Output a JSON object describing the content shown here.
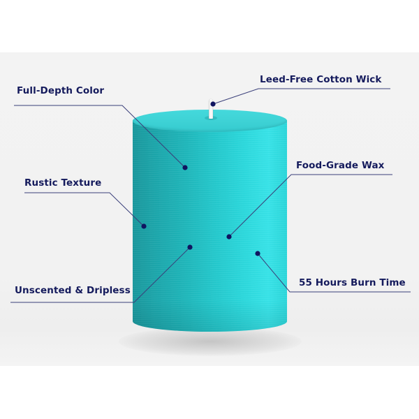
{
  "product": {
    "type": "pillar candle",
    "color_name": "turquoise",
    "colors": {
      "candle_dark": "#18979c",
      "candle_light": "#36e3e8",
      "label_text": "#141a5c",
      "leader_line": "#3a3f7a",
      "marker_dot": "#101560",
      "background_band": "#f2f2f2",
      "page_background": "#ffffff"
    }
  },
  "callouts": [
    {
      "id": "wick",
      "label": "Leed-Free Cotton Wick"
    },
    {
      "id": "color",
      "label": "Full-Depth Color"
    },
    {
      "id": "wax",
      "label": "Food-Grade Wax"
    },
    {
      "id": "texture",
      "label": "Rustic Texture"
    },
    {
      "id": "unscented",
      "label": "Unscented & Dripless"
    },
    {
      "id": "burn",
      "label": "55 Hours Burn Time"
    }
  ]
}
